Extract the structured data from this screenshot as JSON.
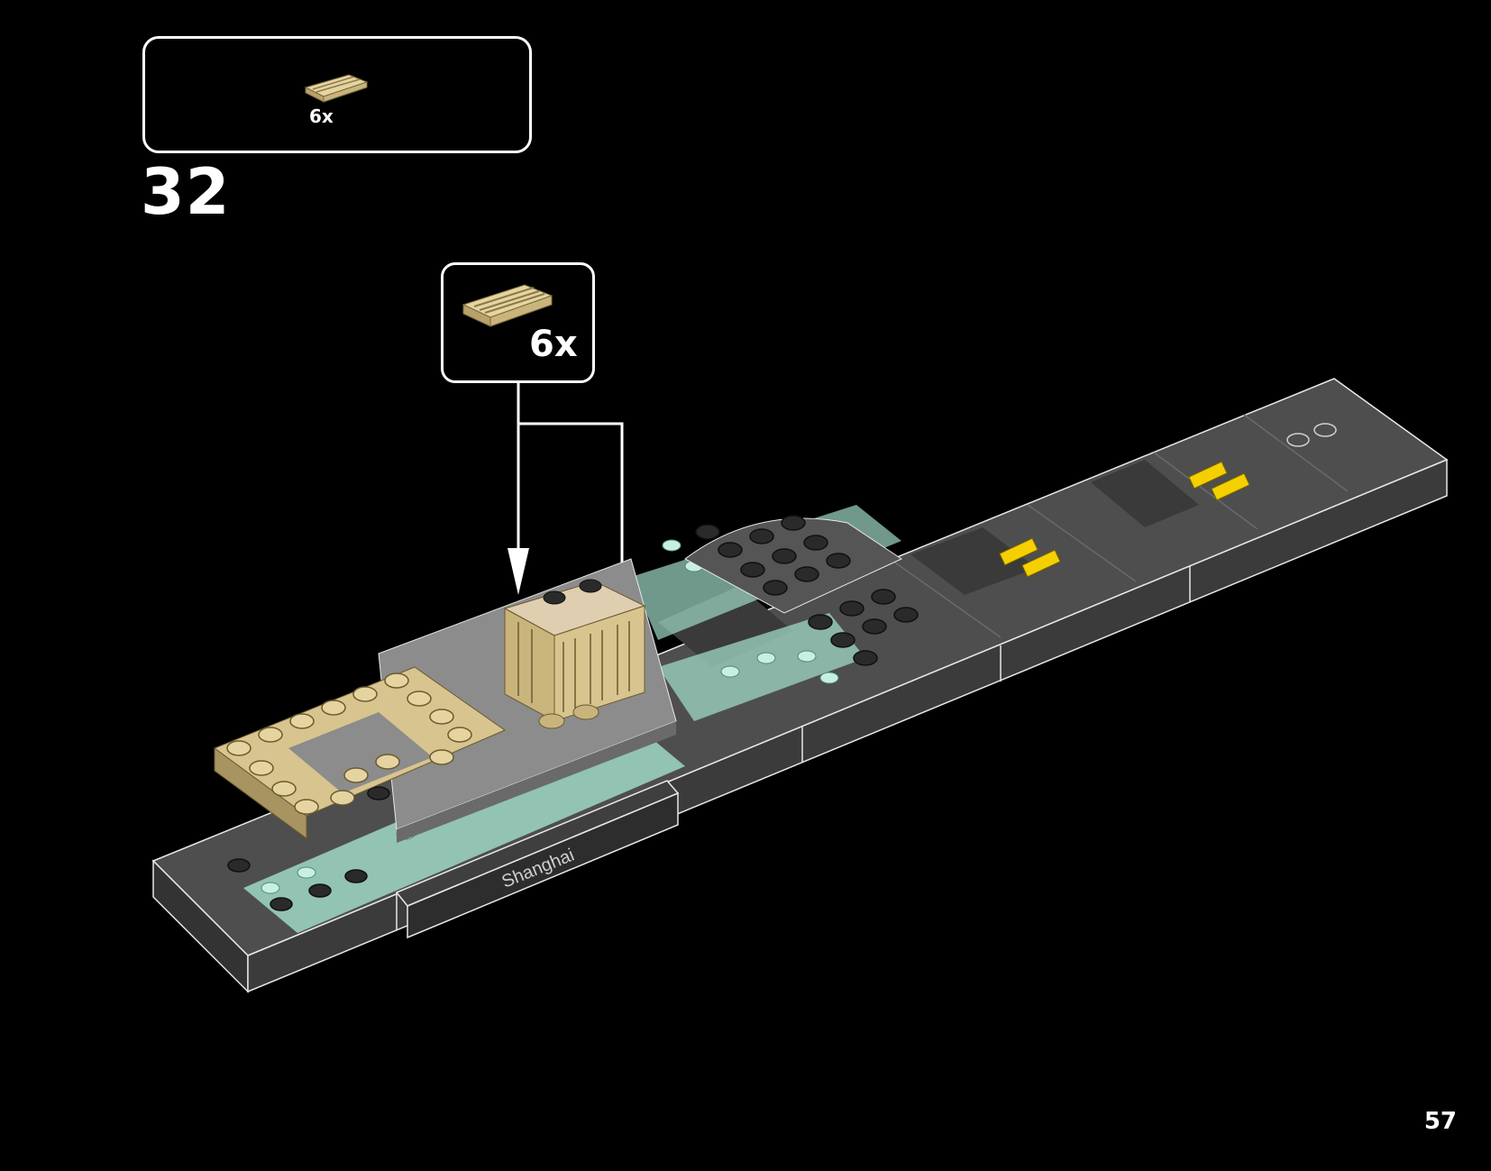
{
  "parts_list": {
    "quantity": "6x",
    "part_icon": "tan-1x2-grille-tile-icon"
  },
  "step": {
    "number": "32"
  },
  "sub_callout": {
    "quantity": "6x",
    "part_icon": "tan-1x2-grille-tile-icon"
  },
  "model": {
    "nameplate_text": "Shanghai",
    "colors": {
      "base": "#5a5a5a",
      "base_dark": "#3a3a3a",
      "tan": "#d8c48e",
      "trans_aqua": "#a8e8d0",
      "stud_dark": "#2a2a2a",
      "yellow": "#f5d000",
      "outline": "#e8e8e8"
    }
  },
  "footer": {
    "page_number": "57"
  }
}
